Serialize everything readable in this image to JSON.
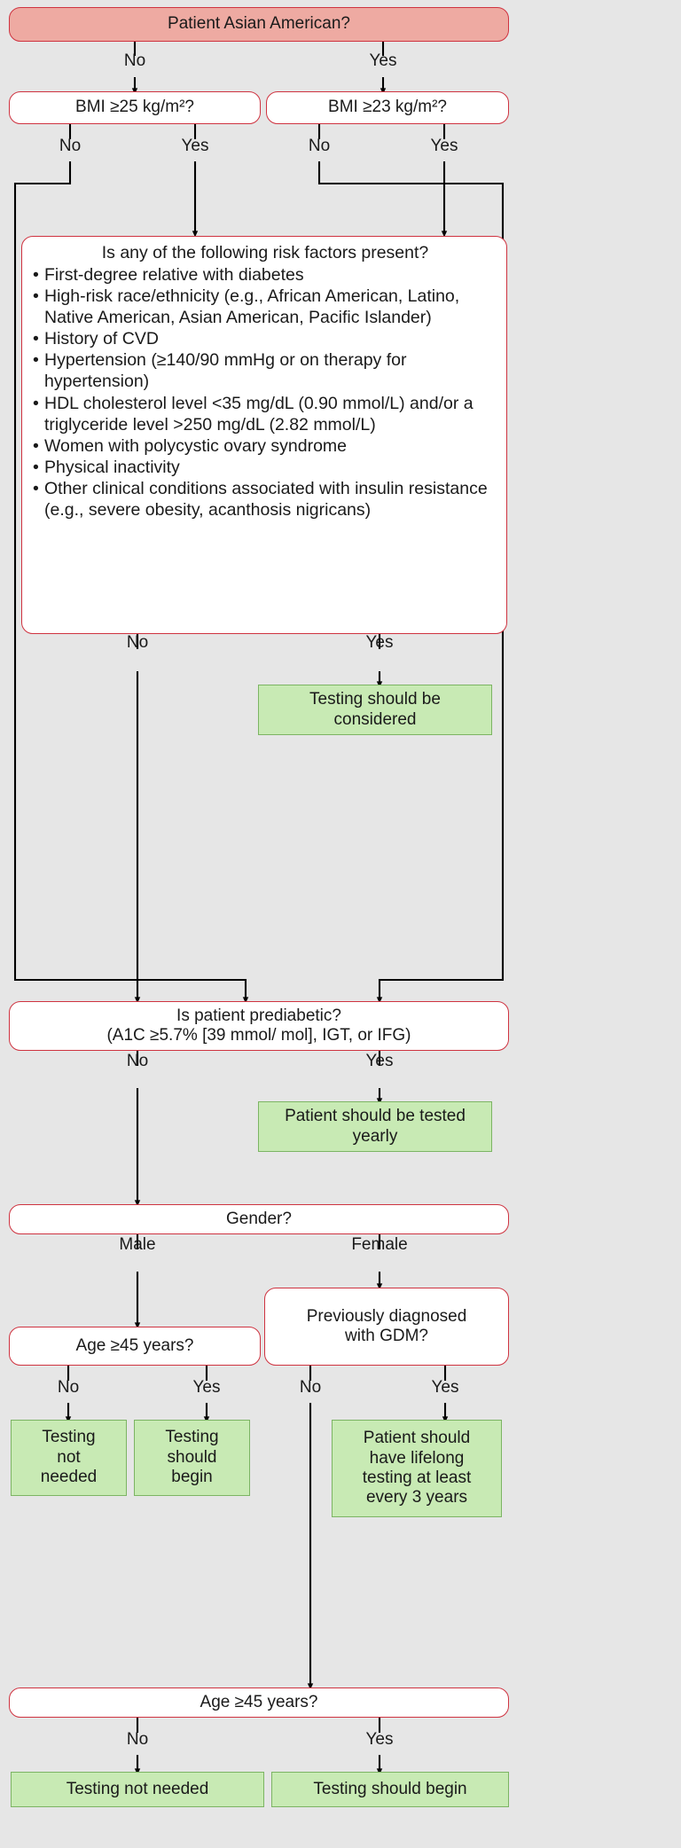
{
  "diagram": {
    "title": "Screening for prediabetes and type 2 diabetes decision flowchart",
    "colors": {
      "background": "#e6e6e6",
      "question_border": "#cf3340",
      "question_fill": "#ffffff",
      "header_fill": "#eeaaa2",
      "action_fill": "#c8eab4",
      "action_border": "#7cb463",
      "connector": "#000000",
      "text": "#1a1a1a"
    }
  },
  "nodes": {
    "asian_american": "Patient Asian American?",
    "bmi_25": "BMI ≥25 kg/m²?",
    "bmi_23": "BMI ≥23 kg/m²?",
    "risk_question": "Is any of the following risk factors present?",
    "risk_factors": [
      "First-degree relative with diabetes",
      "High-risk race/ethnicity (e.g., African American, Latino, Native American, Asian American, Pacific Islander)",
      "History of CVD",
      "Hypertension (≥140/90 mmHg or on therapy for hypertension)",
      "HDL cholesterol level <35 mg/dL (0.90 mmol/L) and/or a triglyceride level >250 mg/dL (2.82 mmol/L)",
      "Women with polycystic ovary syndrome",
      "Physical inactivity",
      "Other clinical conditions associated with insulin resistance (e.g., severe obesity, acanthosis nigricans)"
    ],
    "testing_considered_line1": "Testing should be",
    "testing_considered_line2": "considered",
    "prediabetic_line1": "Is patient prediabetic?",
    "prediabetic_line2": "(A1C ≥5.7% [39 mmol/ mol], IGT, or IFG)",
    "tested_yearly_line1": "Patient should be tested",
    "tested_yearly_line2": "yearly",
    "gender": "Gender?",
    "age_45_male": "Age ≥45 years?",
    "gdm_line1": "Previously diagnosed",
    "gdm_line2": "with GDM?",
    "testing_not_needed_small_l1": "Testing",
    "testing_not_needed_small_l2": "not",
    "testing_not_needed_small_l3": "needed",
    "testing_should_begin_small_l1": "Testing",
    "testing_should_begin_small_l2": "should",
    "testing_should_begin_small_l3": "begin",
    "lifelong_l1": "Patient should",
    "lifelong_l2": "have lifelong",
    "lifelong_l3": "testing at least",
    "lifelong_l4": "every 3 years",
    "age_45_final": "Age ≥45 years?",
    "testing_not_needed_final": "Testing not needed",
    "testing_should_begin_final": "Testing should begin"
  },
  "edge_labels": {
    "asian_no": "No",
    "asian_yes": "Yes",
    "bmi25_no": "No",
    "bmi25_yes": "Yes",
    "bmi23_no": "No",
    "bmi23_yes": "Yes",
    "risk_no": "No",
    "risk_yes": "Yes",
    "prediab_no": "No",
    "prediab_yes": "Yes",
    "gender_male": "Male",
    "gender_female": "Female",
    "age45_no": "No",
    "age45_yes": "Yes",
    "gdm_no": "No",
    "gdm_yes": "Yes",
    "final_no": "No",
    "final_yes": "Yes"
  }
}
